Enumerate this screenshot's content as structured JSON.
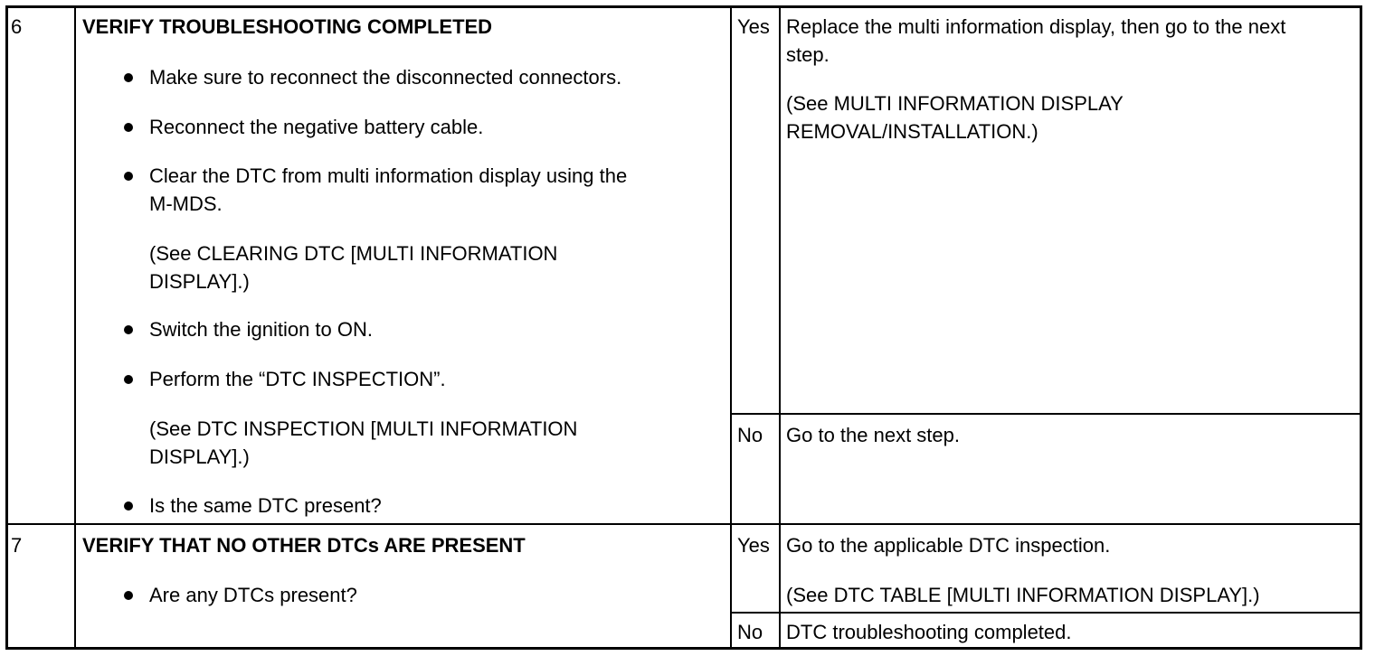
{
  "rows": [
    {
      "step": "6",
      "title": "VERIFY TROUBLESHOOTING COMPLETED",
      "bullets": [
        {
          "text": "Make sure to reconnect the disconnected connectors."
        },
        {
          "text": "Reconnect the negative battery cable."
        },
        {
          "text": "Clear the DTC from multi information display using the\nM-MDS.",
          "ref": "(See CLEARING DTC [MULTI INFORMATION\nDISPLAY].)"
        },
        {
          "text": "Switch the ignition to ON."
        },
        {
          "text": "Perform the “DTC INSPECTION”.",
          "ref": "(See DTC INSPECTION [MULTI INFORMATION\nDISPLAY].)"
        },
        {
          "text": "Is the same DTC present?"
        }
      ],
      "answers": [
        {
          "label": "Yes",
          "action": "Replace the multi information display, then go to the next\nstep.",
          "ref": "(See MULTI INFORMATION DISPLAY\nREMOVAL/INSTALLATION.)"
        },
        {
          "label": "No",
          "action": "Go to the next step."
        }
      ]
    },
    {
      "step": "7",
      "title": "VERIFY THAT NO OTHER DTCs ARE PRESENT",
      "bullets": [
        {
          "text": "Are any DTCs present?"
        }
      ],
      "answers": [
        {
          "label": "Yes",
          "action": "Go to the applicable DTC inspection.",
          "ref": "(See DTC TABLE [MULTI INFORMATION DISPLAY].)"
        },
        {
          "label": "No",
          "action": "DTC troubleshooting completed."
        }
      ]
    }
  ]
}
